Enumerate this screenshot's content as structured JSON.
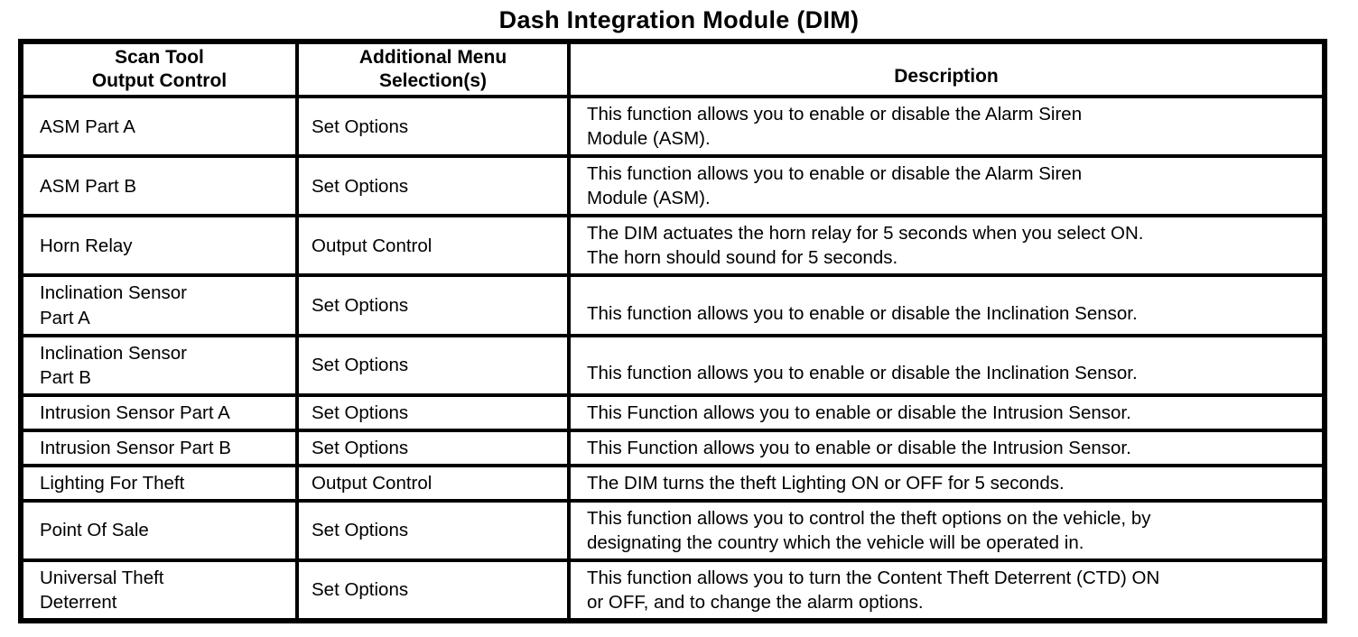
{
  "page": {
    "title": "Dash Integration Module (DIM)"
  },
  "table": {
    "headers": {
      "scan_tool_output_control": "Scan Tool\nOutput Control",
      "additional_menu_selections": "Additional Menu\nSelection(s)",
      "description": "Description"
    },
    "rows": [
      {
        "control": "ASM Part A",
        "menu": "Set Options",
        "description": "This function allows you to enable or disable the Alarm Siren\nModule (ASM)."
      },
      {
        "control": "ASM Part B",
        "menu": "Set Options",
        "description": "This function allows you to enable or disable the Alarm Siren\nModule (ASM)."
      },
      {
        "control": "Horn Relay",
        "menu": "Output Control",
        "description": "The DIM actuates the horn relay for 5 seconds when you select ON.\nThe horn should sound for 5 seconds."
      },
      {
        "control": "Inclination Sensor\nPart A",
        "menu": "Set Options",
        "description": "This function allows you to enable or disable the Inclination Sensor."
      },
      {
        "control": "Inclination Sensor\nPart B",
        "menu": "Set Options",
        "description": "This function allows you to enable or disable the Inclination Sensor."
      },
      {
        "control": "Intrusion Sensor Part A",
        "menu": "Set Options",
        "description": "This Function allows you to enable or disable the Intrusion Sensor."
      },
      {
        "control": "Intrusion Sensor Part B",
        "menu": "Set Options",
        "description": "This Function allows you to enable or disable the Intrusion Sensor."
      },
      {
        "control": "Lighting For Theft",
        "menu": "Output Control",
        "description": "The DIM turns the theft Lighting ON or OFF for 5 seconds."
      },
      {
        "control": "Point Of Sale",
        "menu": "Set Options",
        "description": "This function allows you to control the theft options on the vehicle, by\ndesignating the country which the vehicle will be operated in."
      },
      {
        "control": "Universal Theft\nDeterrent",
        "menu": "Set Options",
        "description": "This function allows you to turn the Content Theft Deterrent (CTD) ON\nor OFF, and to change the alarm options."
      }
    ]
  }
}
